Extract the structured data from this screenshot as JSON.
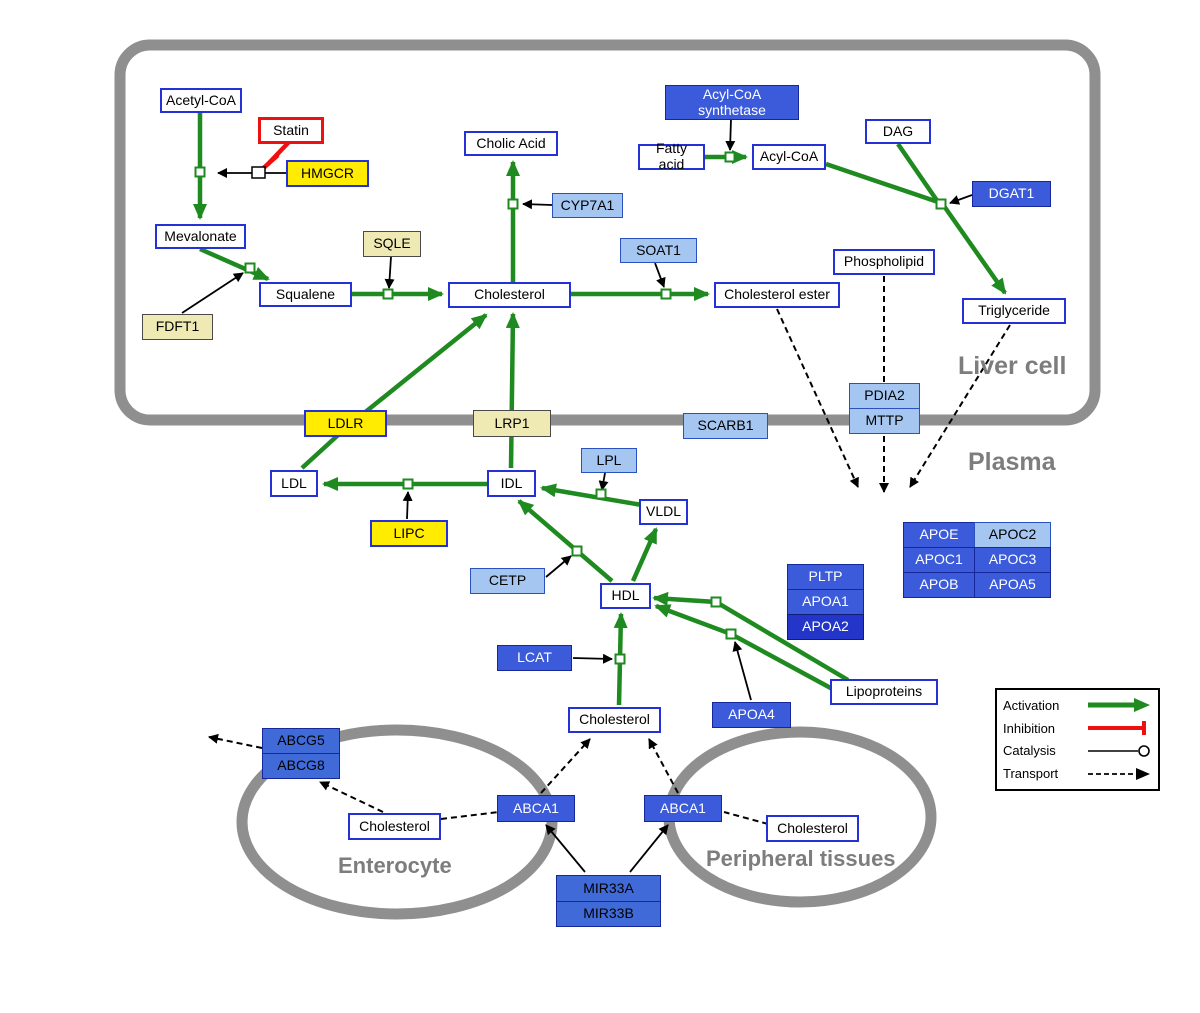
{
  "compartments": {
    "liver": "Liver cell",
    "plasma": "Plasma",
    "enterocyte": "Enterocyte",
    "peripheral": "Peripheral tissues"
  },
  "legend": {
    "activation": "Activation",
    "inhibition": "Inhibition",
    "catalysis": "Catalysis",
    "transport": "Transport"
  },
  "colors": {
    "activation_green": "#1f8a1f",
    "inhibition_red": "#ee1111",
    "catalysis_black": "#000000",
    "transport_black": "#000000",
    "metabolite_border_blue": "#2430d8",
    "gene_blue": "#3b5bdb",
    "gene_light_blue": "#a4c6f0",
    "highlight_yellow": "#ffec00",
    "pale_yellow": "#efeab4",
    "membrane_gray": "#8f8f8f"
  },
  "nodes": {
    "acetyl_coa": "Acetyl-CoA",
    "statin": "Statin",
    "hmgcr": "HMGCR",
    "mevalonate": "Mevalonate",
    "cholic_acid": "Cholic Acid",
    "cyp7a1": "CYP7A1",
    "sqle": "SQLE",
    "fdft1": "FDFT1",
    "squalene": "Squalene",
    "cholesterol_liver": "Cholesterol",
    "soat1": "SOAT1",
    "cholesterol_ester": "Cholesterol ester",
    "acyl_coa_synthetase": "Acyl-CoA synthetase",
    "fatty_acid": "Fatty acid",
    "acyl_coa": "Acyl-CoA",
    "dag": "DAG",
    "dgat1": "DGAT1",
    "phospholipid": "Phospholipid",
    "triglyceride": "Triglyceride",
    "ldlr": "LDLR",
    "lrp1": "LRP1",
    "scarb1": "SCARB1",
    "pdia2": "PDIA2",
    "mttp": "MTTP",
    "ldl": "LDL",
    "idl": "IDL",
    "lpl": "LPL",
    "vldl": "VLDL",
    "lipc": "LIPC",
    "cetp": "CETP",
    "hdl": "HDL",
    "lcat": "LCAT",
    "pltp": "PLTP",
    "apoa1": "APOA1",
    "apoa2": "APOA2",
    "apoa4": "APOA4",
    "lipoproteins": "Lipoproteins",
    "apoe": "APOE",
    "apoc2": "APOC2",
    "apoc1": "APOC1",
    "apoc3": "APOC3",
    "apob": "APOB",
    "apoa5": "APOA5",
    "cholesterol_plasma": "Cholesterol",
    "abcg5": "ABCG5",
    "abcg8": "ABCG8",
    "cholesterol_enterocyte": "Cholesterol",
    "abca1_left": "ABCA1",
    "abca1_right": "ABCA1",
    "cholesterol_peripheral": "Cholesterol",
    "mir33a": "MIR33A",
    "mir33b": "MIR33B"
  }
}
